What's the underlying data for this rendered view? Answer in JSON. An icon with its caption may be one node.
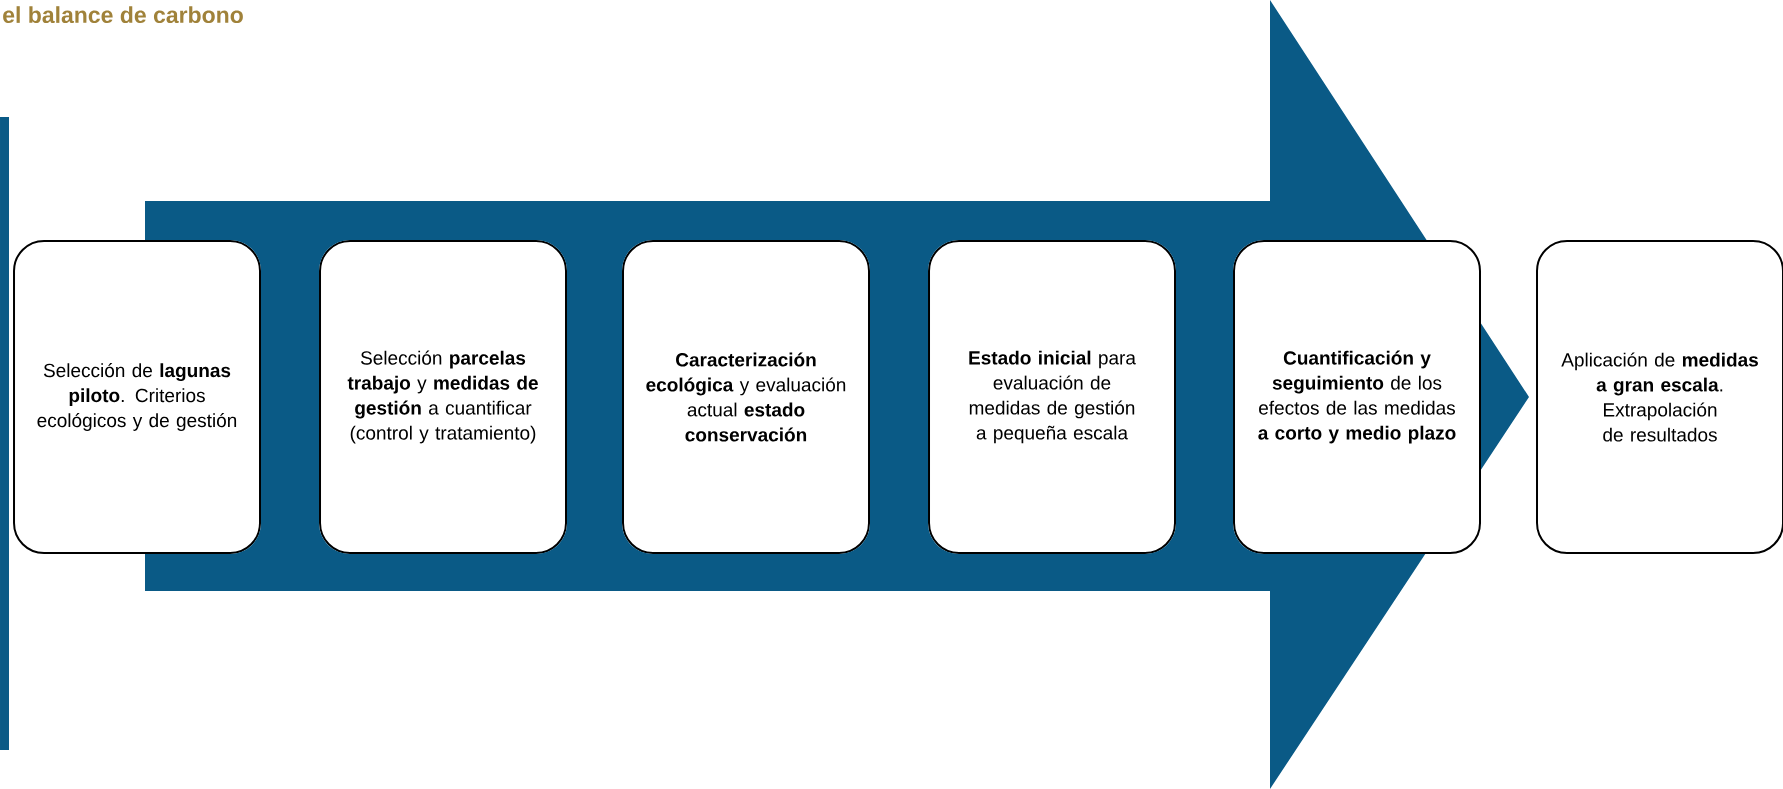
{
  "diagram": {
    "title": "el balance de carbono",
    "nodes": [
      {
        "text": [
          "Selección de **lagunas piloto**. Criterios ecológicos y de gestión"
        ]
      },
      {
        "text": [
          "Selección **parcelas trabajo** y **medidas de gestión** a cuantificar (control y tratamiento)"
        ]
      },
      {
        "text": [
          "**Caracterización ecológica** y evaluación actual **estado conservación**"
        ]
      },
      {
        "text": [
          "**Estado inicial** para evaluación de medidas de gestión a pequeña escala"
        ]
      },
      {
        "text": [
          "**Cuantificación y seguimiento** de los efectos de las medidas **a corto y medio plazo**"
        ]
      },
      {
        "text": [
          "Aplicación de **medidas a gran escala**. Extrapolación de resultados"
        ]
      }
    ],
    "edges": [
      {
        "from": 0,
        "to": 5,
        "arrow": "to"
      }
    ]
  }
}
